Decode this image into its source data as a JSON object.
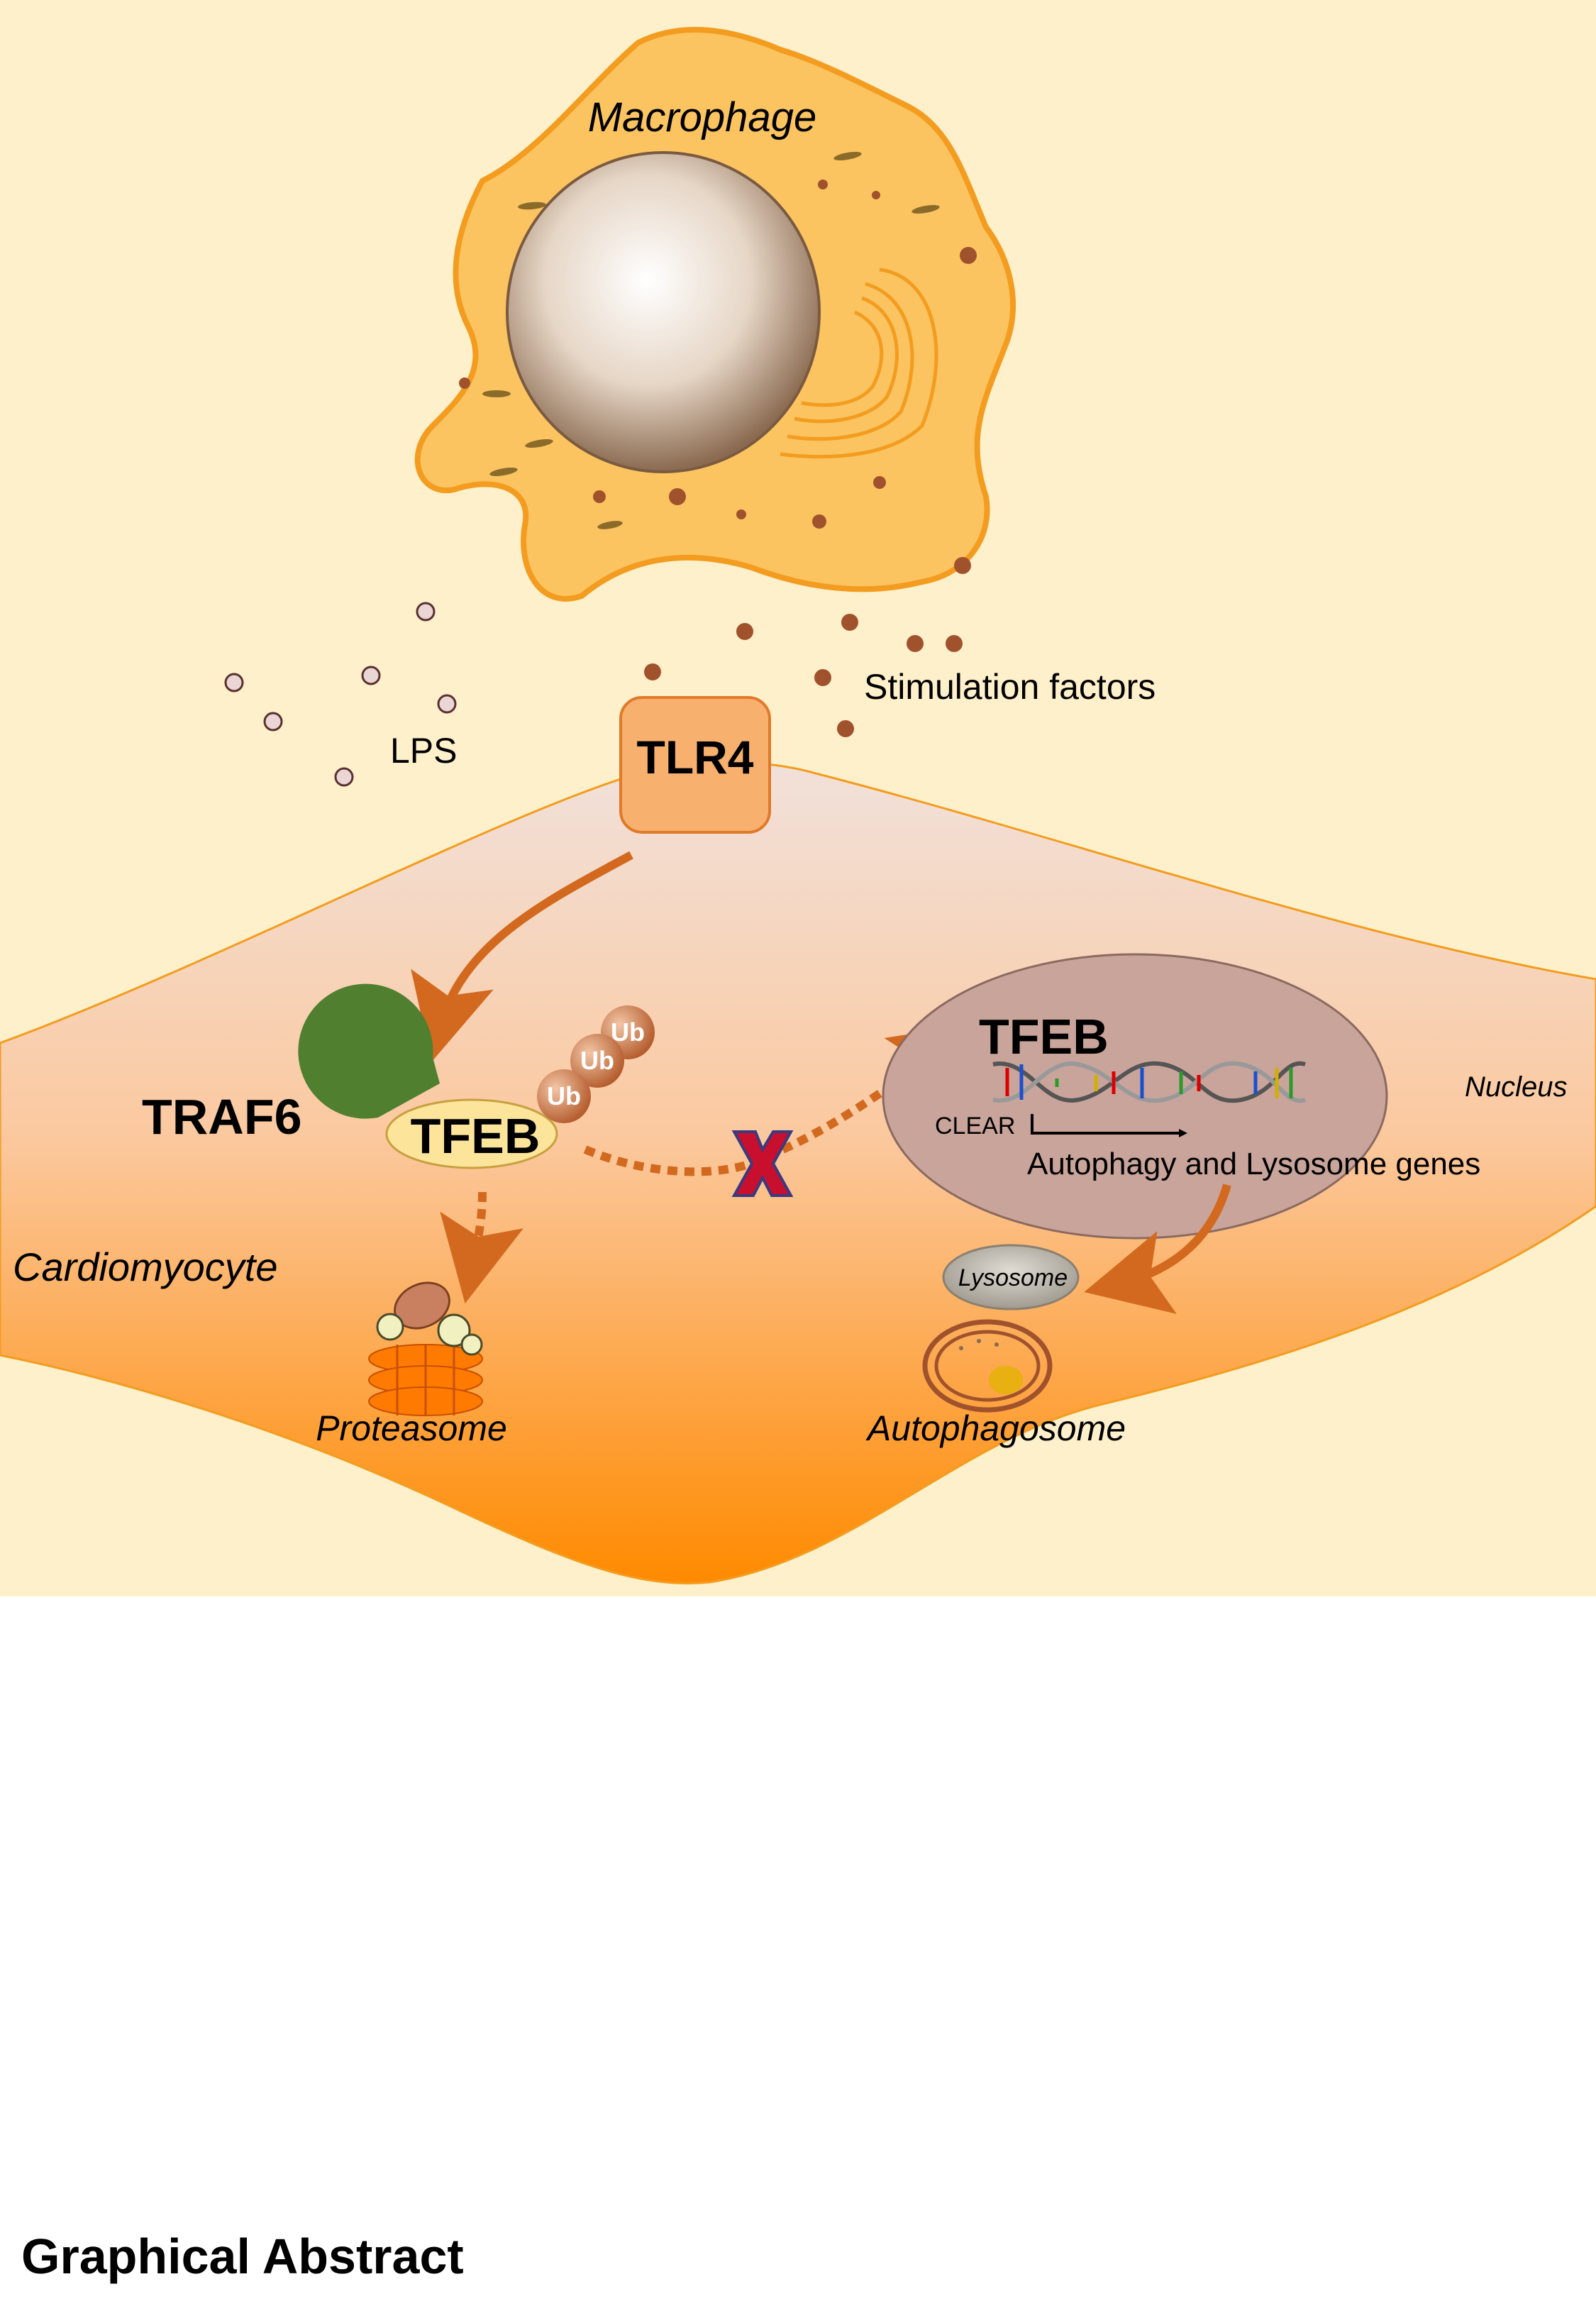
{
  "labels": {
    "macrophage": "Macrophage",
    "lps": "LPS",
    "stimulation_factors": "Stimulation factors",
    "tlr4": "TLR4",
    "traf6": "TRAF6",
    "tfeb_bound": "TFEB",
    "tfeb_nuclear": "TFEB",
    "ub": [
      "Ub",
      "Ub",
      "Ub"
    ],
    "nucleus": "Nucleus",
    "clear": "CLEAR",
    "genes": "Autophagy and Lysosome genes",
    "lysosome": "Lysosome",
    "cardiomyocyte": "Cardiomyocyte",
    "proteasome": "Proteasome",
    "autophagosome": "Autophagosome"
  },
  "caption": "Graphical Abstract",
  "colors": {
    "background": "#fef0cb",
    "cell_fill_top": "#f3ddd2",
    "cell_fill_bottom": "#ff8c00",
    "macrophage_fill": "#fbc460",
    "macrophage_stroke": "#f39c1f",
    "arrow": "#d2691e",
    "traf6": "#4f7f2f",
    "tfeb_ellipse": "#fce59a",
    "tlr4": "#f7b06e",
    "nucleus": "#c9a49a",
    "inhibit_x": "#c8102e"
  }
}
